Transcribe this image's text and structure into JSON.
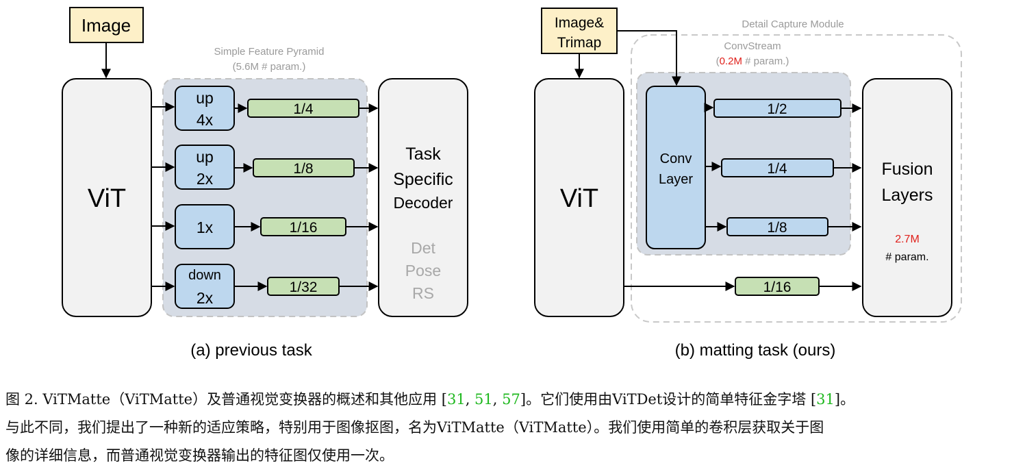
{
  "left": {
    "input": "Image",
    "vit": "ViT",
    "pyramid_title": "Simple Feature Pyramid",
    "pyramid_params": "(5.6M # param.)",
    "blocks": [
      {
        "line1": "up",
        "line2": "4x",
        "scale": "1/4"
      },
      {
        "line1": "up",
        "line2": "2x",
        "scale": "1/8"
      },
      {
        "line1": "1x",
        "line2": "",
        "scale": "1/16"
      },
      {
        "line1": "down",
        "line2": "2x",
        "scale": "1/32"
      }
    ],
    "decoder": [
      "Task",
      "Specific",
      "Decoder"
    ],
    "decoder_tasks": [
      "Det",
      "Pose",
      "RS"
    ],
    "caption": "(a) previous task"
  },
  "right": {
    "input": [
      "Image&",
      "Trimap"
    ],
    "vit": "ViT",
    "module_title": "Detail Capture Module",
    "stream_title": "ConvStream",
    "stream_params_value": "0.2M",
    "stream_params_rest": " # param.)",
    "conv": [
      "Conv",
      "Layer"
    ],
    "scales": [
      "1/2",
      "1/4",
      "1/8",
      "1/16"
    ],
    "fusion": [
      "Fusion",
      "Layers"
    ],
    "fusion_params_value": "2.7M",
    "fusion_params_rest": "# param.",
    "caption": "(b) matting task (ours)"
  },
  "caption": {
    "line1_a": "图 2. ViTMatte（ViTMatte）及普通视觉变换器的概述和其他应用 [",
    "refs1": [
      "31",
      "51",
      "57"
    ],
    "line1_b": "]。它们使用由ViTDet设计的简单特征金字塔 [",
    "ref2": "31",
    "line1_c": "]。",
    "line2": "与此不同，我们提出了一种新的适应策略，特别用于图像抠图，名为ViTMatte（ViTMatte）。我们使用简单的卷积层获取关于图",
    "line3": "像的详细信息，而普通视觉变换器输出的特征图仅使用一次。"
  },
  "colors": {
    "input_fill": "#fdf0c8",
    "block_fill": "#bdd7ee",
    "scale_fill": "#c6e0b4",
    "region_fill": "#d6dce5",
    "vit_fill": "#f2f2f2",
    "accent_red": "#e0201b",
    "ref_green": "#1fb81f"
  }
}
